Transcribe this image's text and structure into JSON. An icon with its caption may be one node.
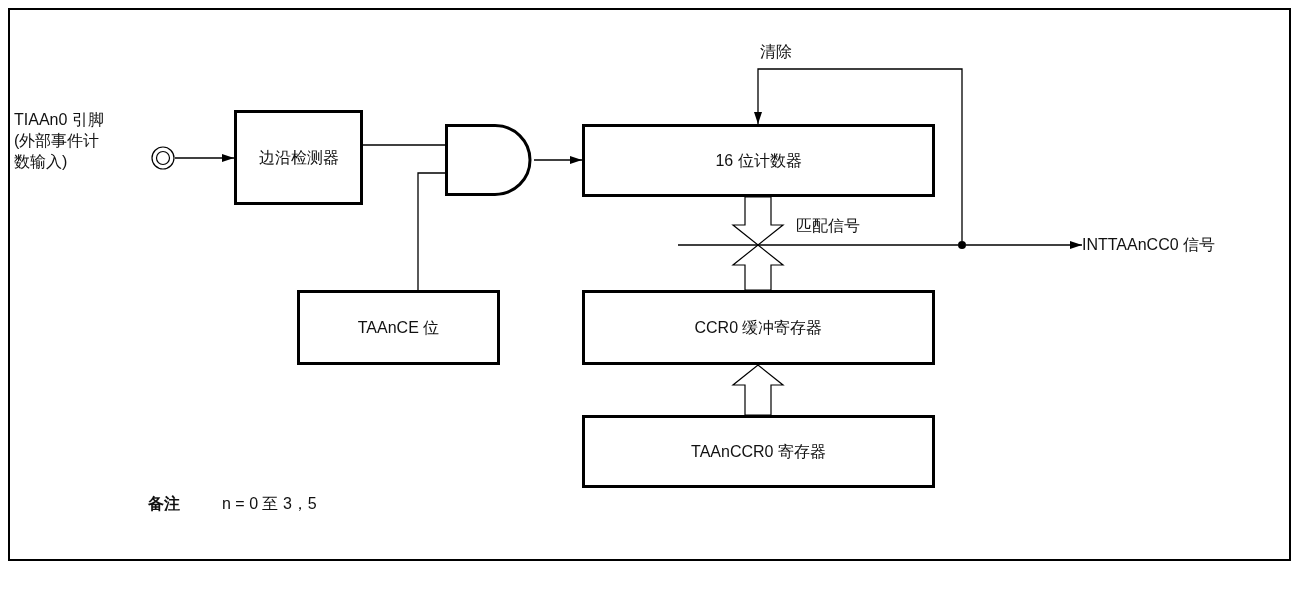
{
  "diagram": {
    "nodes": [
      {
        "text": [],
        "shape": "circle",
        "beside": [
          "TIAAn0 引脚 (外部事件计数输入)"
        ]
      },
      {
        "text": [
          "边沿检测器"
        ]
      },
      {
        "text": [],
        "shape": "gate"
      },
      {
        "text": [
          "16 位计数器"
        ]
      },
      {
        "text": [
          "TAAnCE 位"
        ]
      },
      {
        "text": [
          "CCR0 缓冲寄存器"
        ]
      },
      {
        "text": [
          "TAAnCCR0 寄存器"
        ]
      },
      {
        "text": [
          "INTTAAnCC0 信号"
        ]
      },
      {
        "text": [],
        "shape": "dot"
      }
    ],
    "edges": [
      {
        "from": 0,
        "to": 1,
        "arrow": "to"
      },
      {
        "from": 1,
        "to": 2,
        "arrow": "none"
      },
      {
        "from": 4,
        "to": 2,
        "arrow": "none"
      },
      {
        "from": 2,
        "to": 3,
        "arrow": "to"
      },
      {
        "from": 3,
        "to": null,
        "arrow": "to",
        "style": "thick"
      },
      {
        "from": 5,
        "to": null,
        "arrow": "to",
        "style": "thick"
      },
      {
        "from": null,
        "to": 8,
        "arrow": "none",
        "label": "匹配信号"
      },
      {
        "from": 8,
        "to": 7,
        "arrow": "to"
      },
      {
        "from": 8,
        "to": 3,
        "arrow": "to",
        "label": "清除"
      },
      {
        "from": 6,
        "to": 5,
        "arrow": "to",
        "style": "thick"
      }
    ],
    "labels": [
      "备注",
      "n = 0 至 3，5"
    ]
  }
}
